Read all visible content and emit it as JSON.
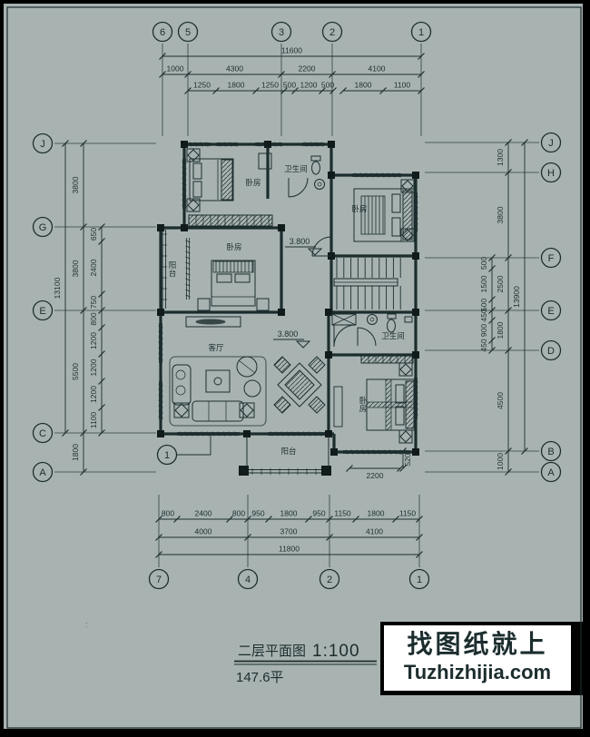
{
  "colors": {
    "background": "#a8b3b1",
    "line": "#1c2d2e",
    "frame": "#000000",
    "watermark_bg": "#ffffff",
    "watermark_text": "#111111",
    "watermark_link": "#1b1bc4"
  },
  "title": {
    "name": "二层平面图",
    "scale": "1:100",
    "area": "147.6平",
    "stray_mark": ":"
  },
  "watermark": {
    "line1": "找图纸就上",
    "line2": "Tuzhizhijia.com"
  },
  "axes": {
    "top": [
      "6",
      "5",
      "3",
      "2",
      "1"
    ],
    "bottom": [
      "7",
      "4",
      "2",
      "1"
    ],
    "left": [
      "J",
      "G",
      "E",
      "C",
      "A"
    ],
    "right": [
      "J",
      "H",
      "F",
      "E",
      "D",
      "B",
      "A"
    ],
    "internal": [
      "1"
    ]
  },
  "dimensions": {
    "top": [
      [
        "11600"
      ],
      [
        "1000",
        "4300",
        "2200",
        "4100"
      ],
      [
        "1250",
        "1800",
        "1250",
        "500",
        "1200",
        "500"
      ],
      [
        "1800",
        "1100"
      ]
    ],
    "bottom": [
      [
        "800",
        "2400",
        "800",
        "950",
        "1800",
        "950",
        "1150",
        "1800",
        "1150"
      ],
      [
        "4000",
        "3700",
        "4100"
      ],
      [
        "11800"
      ]
    ],
    "left": [
      [
        "13100"
      ],
      [
        "3800",
        "3800",
        "5500",
        "1800"
      ],
      [
        "650",
        "2400",
        "750",
        "800",
        "1200",
        "1200",
        "1200",
        "1100"
      ]
    ],
    "right": [
      [
        "13900"
      ],
      [
        "1300",
        "3800",
        "2500",
        "1800",
        "4500",
        "1000"
      ],
      [
        "500",
        "1500",
        "500",
        "450",
        "900",
        "450"
      ]
    ],
    "extra": [
      [
        "2200"
      ],
      [
        "520"
      ]
    ]
  },
  "rooms": [
    "卧房",
    "卫生间",
    "卧房",
    "阳台",
    "卧房",
    "客厅",
    "卫生间",
    "卧房",
    "阳台"
  ],
  "levels": [
    "3.800",
    "3.800"
  ]
}
